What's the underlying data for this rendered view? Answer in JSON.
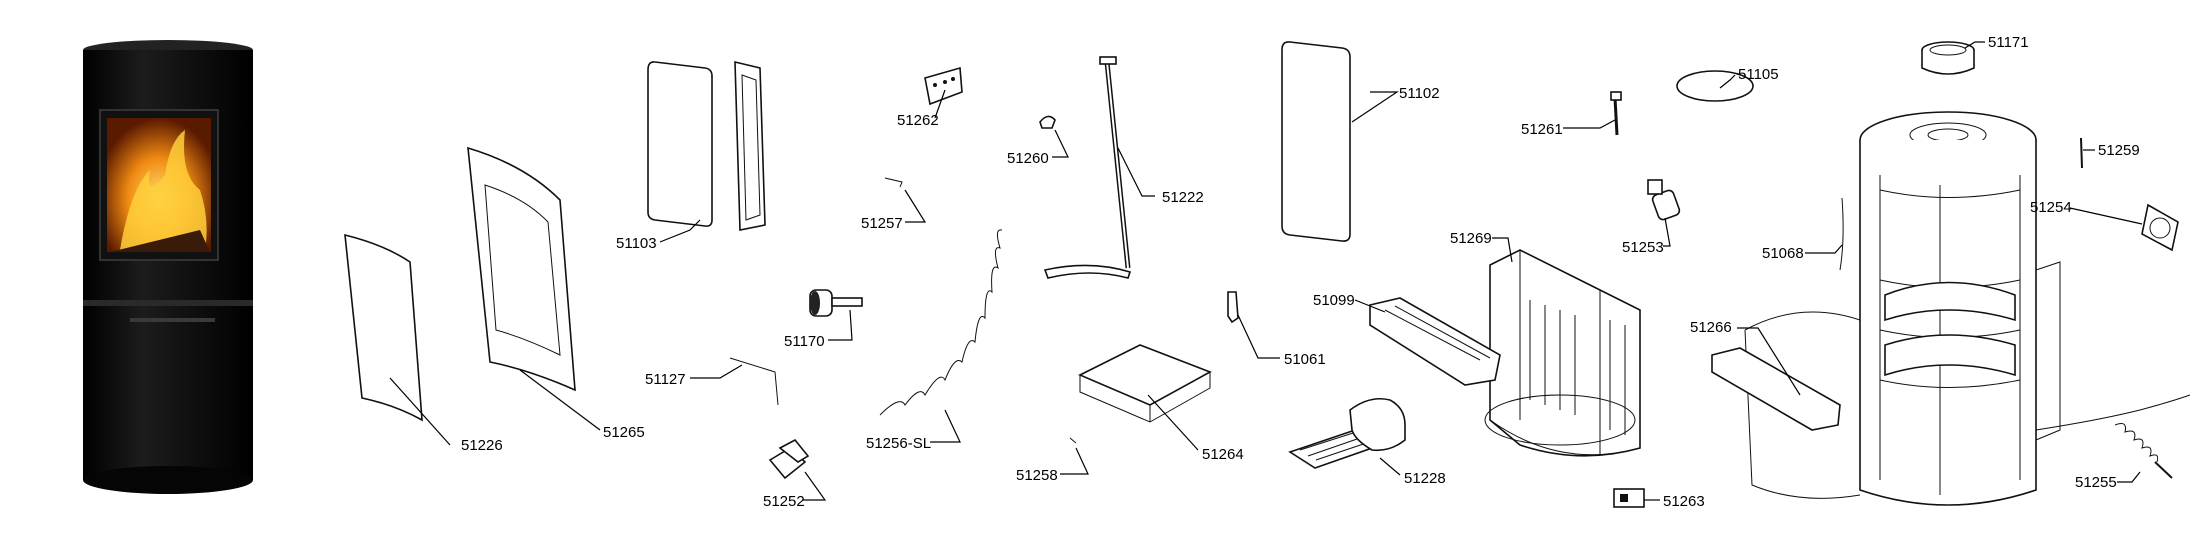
{
  "labels": {
    "p51226": "51226",
    "p51265": "51265",
    "p51103": "51103",
    "p51127": "51127",
    "p51170": "51170",
    "p51252": "51252",
    "p51262": "51262",
    "p51257": "51257",
    "p51256": "51256-SL",
    "p51260": "51260",
    "p51222": "51222",
    "p51264": "51264",
    "p51258": "51258",
    "p51102": "51102",
    "p51061": "51061",
    "p51228": "51228",
    "p51261": "51261",
    "p51105": "51105",
    "p51253": "51253",
    "p51269": "51269",
    "p51099": "51099",
    "p51263": "51263",
    "p51171": "51171",
    "p51068": "51068",
    "p51266": "51266",
    "p51259": "51259",
    "p51254": "51254",
    "p51255": "51255"
  },
  "colors": {
    "stove_body": "#0b0b0b",
    "flame_orange": "#f08a12",
    "flame_yellow": "#ffd040",
    "flame_dark": "#7a2800"
  },
  "icons": [
    "stove-photo",
    "door-glass-part",
    "ash-pan-part",
    "chimney-ring-part",
    "fan-part"
  ]
}
